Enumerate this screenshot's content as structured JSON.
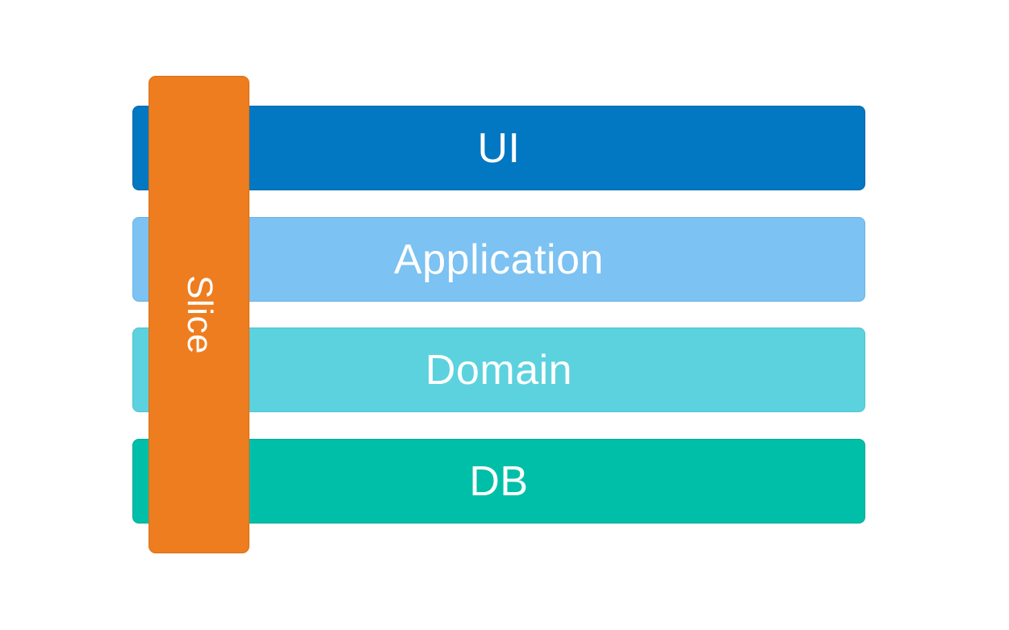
{
  "diagram": {
    "layers": [
      {
        "label": "UI",
        "color": "#0277c2"
      },
      {
        "label": "Application",
        "color": "#7cc2f2"
      },
      {
        "label": "Domain",
        "color": "#5cd2de"
      },
      {
        "label": "DB",
        "color": "#00bfa9"
      }
    ],
    "slice": {
      "label": "Slice",
      "color": "#ee7d20"
    },
    "text_color": "#ffffff",
    "background_color": "#ffffff"
  }
}
